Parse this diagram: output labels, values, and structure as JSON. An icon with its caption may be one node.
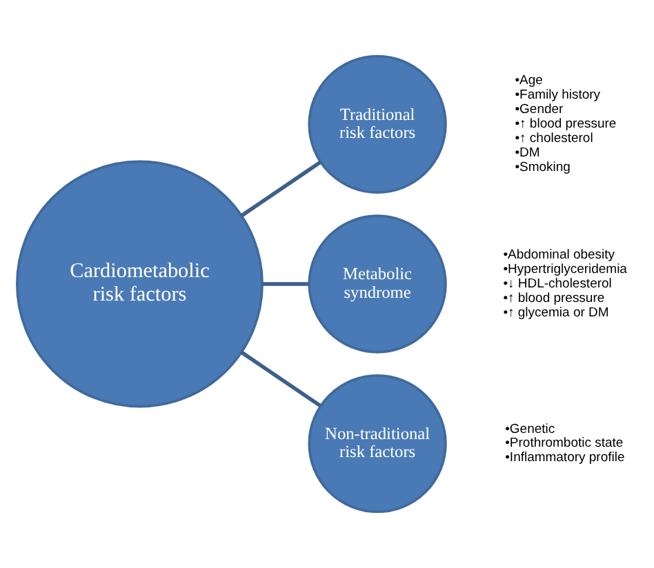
{
  "diagram": {
    "nodes": [
      {
        "text": [
          "Cardiometabolic risk factors"
        ]
      },
      {
        "text": [
          "Traditional risk factors"
        ],
        "beside": [
          "•Age",
          "•Family history",
          "•Gender",
          "•↑ blood pressure",
          "•↑ cholesterol",
          "•DM",
          "•Smoking"
        ]
      },
      {
        "text": [
          "Metabolic syndrome"
        ],
        "beside": [
          "•Abdominal obesity",
          "•Hypertriglyceridemia",
          "•↓ HDL-cholesterol",
          "•↑ blood pressure",
          "•↑ glycemia or DM"
        ]
      },
      {
        "text": [
          "Non-traditional risk factors"
        ],
        "beside": [
          "•Genetic",
          "•Prothrombotic state",
          "•Inflammatory profile"
        ]
      }
    ],
    "edges": [
      {
        "from": 0,
        "to": 1,
        "arrow": "none"
      },
      {
        "from": 0,
        "to": 2,
        "arrow": "none"
      },
      {
        "from": 0,
        "to": 3,
        "arrow": "none"
      }
    ]
  }
}
